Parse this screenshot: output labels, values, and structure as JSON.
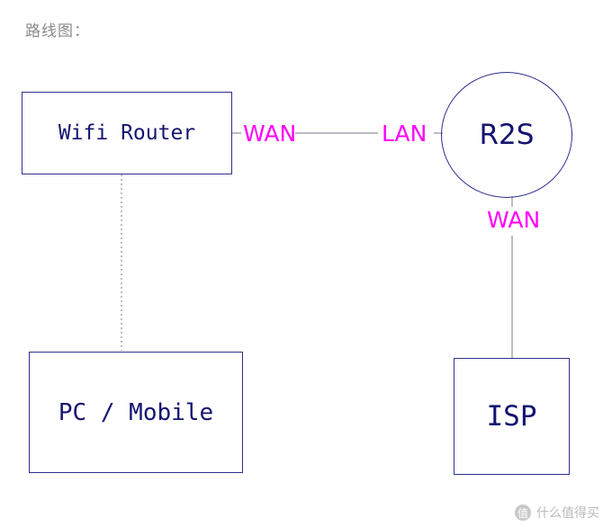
{
  "heading": "路线图：",
  "nodes": {
    "wifi_router": "Wifi Router",
    "r2s": "R2S",
    "pc_mobile": "PC / Mobile",
    "isp": "ISP"
  },
  "ports": {
    "router_wan": "WAN",
    "r2s_lan": "LAN",
    "r2s_wan": "WAN"
  },
  "colors": {
    "box_stroke": "#2e2e8f",
    "port_label": "#ff00ff",
    "link": "#7a7a8a"
  },
  "watermark": {
    "icon": "值",
    "text": "什么值得买"
  }
}
